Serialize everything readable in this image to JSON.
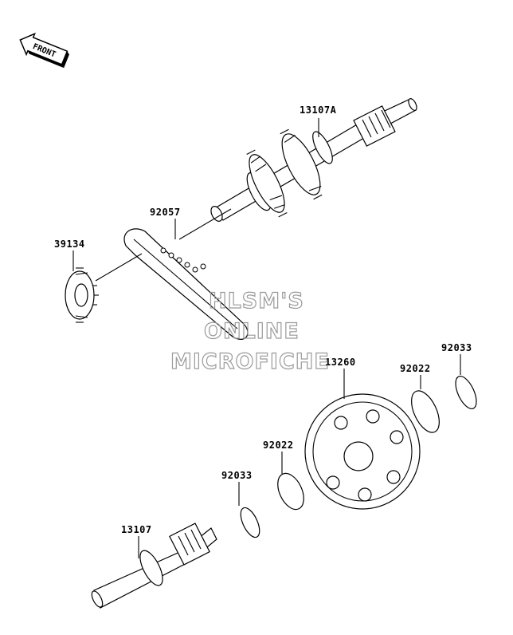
{
  "orientation": {
    "text": "FRONT",
    "icon": "front-arrow-icon"
  },
  "parts": [
    {
      "id": "13107A",
      "label": "13107A"
    },
    {
      "id": "92057",
      "label": "92057"
    },
    {
      "id": "39134",
      "label": "39134"
    },
    {
      "id": "13260",
      "label": "13260"
    },
    {
      "id": "92022a",
      "label": "92022"
    },
    {
      "id": "92033a",
      "label": "92033"
    },
    {
      "id": "92022b",
      "label": "92022"
    },
    {
      "id": "92033b",
      "label": "92033"
    },
    {
      "id": "13107",
      "label": "13107"
    }
  ],
  "watermark": {
    "line1": "HLSM'S",
    "line2": "ONLINE",
    "line3": "MICROFICHE"
  }
}
